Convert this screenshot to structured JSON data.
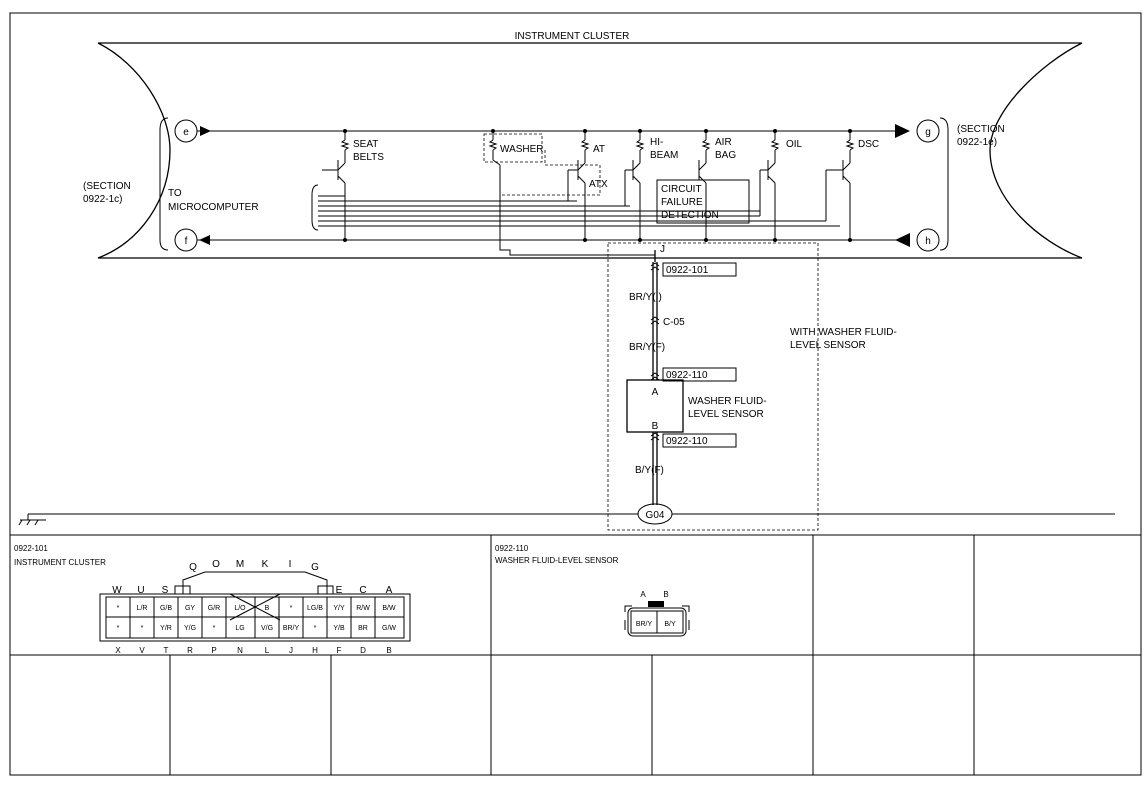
{
  "diagram": {
    "title": "INSTRUMENT CLUSTER",
    "section_left": "(SECTION",
    "section_left_2": "0922-1c)",
    "section_right": "(SECTION",
    "section_right_2": "0922-1e)",
    "to_micro_1": "TO",
    "to_micro_2": "MICROCOMPUTER",
    "node_e": "e",
    "node_f": "f",
    "node_g": "g",
    "node_h": "h",
    "lamps": {
      "seat_1": "SEAT",
      "seat_2": "BELTS",
      "washer": "WASHER",
      "at": "AT",
      "atx": "ATX",
      "hibeam_1": "HI-",
      "hibeam_2": "BEAM",
      "airbag_1": "AIR",
      "airbag_2": "BAG",
      "oil": "OIL",
      "dsc": "DSC"
    },
    "cfd_1": "CIRCUIT",
    "cfd_2": "FAILURE",
    "cfd_3": "DETECTION",
    "pin_j": "J",
    "conn_101": "0922-101",
    "wire_1": "BR/Y(I)",
    "conn_c05": "C-05",
    "wire_2": "BR/Y(F)",
    "conn_110a": "0922-110",
    "sensor_pin_a": "A",
    "sensor_pin_b": "B",
    "sensor_label_1": "WASHER FLUID-",
    "sensor_label_2": "LEVEL SENSOR",
    "conn_110b": "0922-110",
    "wire_3": "B/Y(F)",
    "ground": "G04",
    "option_1": "WITH WASHER FLUID-",
    "option_2": "LEVEL SENSOR"
  },
  "connectors": {
    "c1_code": "0922-101",
    "c1_name": "INSTRUMENT CLUSTER",
    "c1_top_outer": [
      "W",
      "U",
      "S",
      "E",
      "C",
      "A"
    ],
    "c1_top_inner": [
      "Q",
      "O",
      "M",
      "K",
      "I",
      "G"
    ],
    "c1_bottom": [
      "X",
      "V",
      "T",
      "R",
      "P",
      "N",
      "L",
      "J",
      "H",
      "F",
      "D",
      "B"
    ],
    "c1_row1": [
      "*",
      "L/R",
      "G/B",
      "GY",
      "G/R",
      "L/O",
      "B",
      "*",
      "LG/B",
      "Y/Y",
      "R/W",
      "B/W"
    ],
    "c1_row2": [
      "*",
      "*",
      "Y/R",
      "Y/G",
      "*",
      "LG",
      "V/G",
      "BR/Y",
      "*",
      "Y/B",
      "BR",
      "G/W"
    ],
    "c2_code": "0922-110",
    "c2_name": "WASHER FLUID-LEVEL SENSOR",
    "c2_pins": [
      "A",
      "B"
    ],
    "c2_cells": [
      "BR/Y",
      "B/Y"
    ]
  }
}
